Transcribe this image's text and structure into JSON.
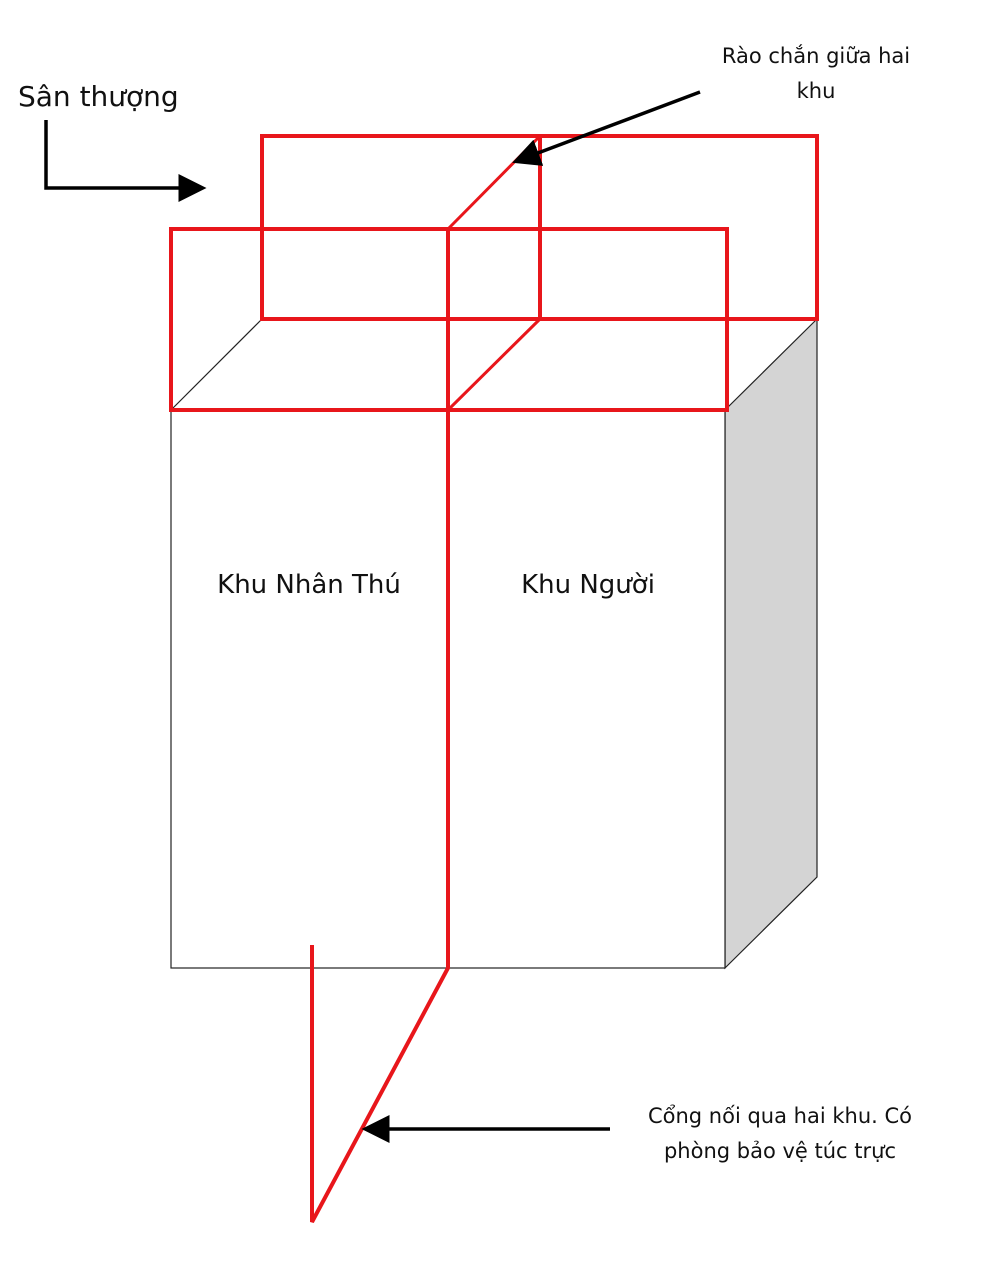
{
  "labels": {
    "rooftop": "Sân thượng",
    "barrier_line1": "Rào chắn giữa hai",
    "barrier_line2": "khu",
    "zone_left": "Khu Nhân Thú",
    "zone_right": "Khu Người",
    "gate_line1": "Cổng nối qua hai khu. Có",
    "gate_line2": "phòng bảo vệ túc trực"
  },
  "colors": {
    "fence": "#e8161b",
    "outline": "#222222",
    "side_face": "#d4d4d4",
    "arrow": "#000000"
  }
}
